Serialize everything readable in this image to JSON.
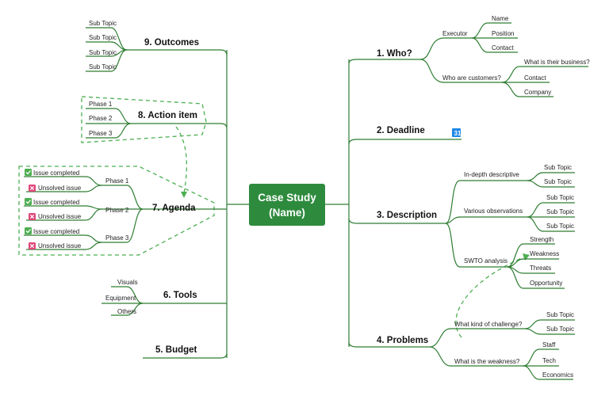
{
  "central": {
    "line1": "Case Study",
    "line2": "(Name)"
  },
  "branches": {
    "who": {
      "title": "1.  Who?",
      "executor": {
        "label": "Executor",
        "items": [
          "Name",
          "Position",
          "Contact"
        ]
      },
      "customers": {
        "label": "Who are customers?",
        "items": [
          "What is their business?",
          "Contact",
          "Company"
        ]
      }
    },
    "deadline": {
      "title": "2. Deadline"
    },
    "description": {
      "title": "3. Description",
      "groups": [
        {
          "label": "In-depth descriptive",
          "items": [
            "Sub Topic",
            "Sub Topic"
          ]
        },
        {
          "label": "Various observations",
          "items": [
            "Sub Topic",
            "Sub Topic",
            "Sub Topic"
          ]
        },
        {
          "label": "SWTO analysis",
          "items": [
            "Strength",
            "Weakness",
            "Threats",
            "Opportunity"
          ]
        }
      ]
    },
    "problems": {
      "title": "4. Problems",
      "groups": [
        {
          "label": "What kind of challenge?",
          "items": [
            "Sub Topic",
            "Sub Topic"
          ]
        },
        {
          "label": "What is the weakness?",
          "items": [
            "Staff",
            "Tech",
            "Economics"
          ]
        }
      ]
    },
    "budget": {
      "title": "5. Budget"
    },
    "tools": {
      "title": "6. Tools",
      "items": [
        "Visuals",
        "Equipment",
        "Others"
      ]
    },
    "agenda": {
      "title": "7. Agenda",
      "phases": [
        {
          "label": "Phase 1",
          "items": [
            {
              "text": "Issue completed",
              "status": "completed"
            },
            {
              "text": "Unsolved issue",
              "status": "unsolved"
            }
          ]
        },
        {
          "label": "Phase 2",
          "items": [
            {
              "text": "Issue completed",
              "status": "completed"
            },
            {
              "text": "Unsolved issue",
              "status": "unsolved"
            }
          ]
        },
        {
          "label": "Phase 3",
          "items": [
            {
              "text": "Issue completed",
              "status": "completed"
            },
            {
              "text": "Unsolved issue",
              "status": "unsolved"
            }
          ]
        }
      ]
    },
    "action": {
      "title": "8. Action item",
      "items": [
        "Phase 1",
        "Phase 2",
        "Phase 3"
      ]
    },
    "outcomes": {
      "title": "9. Outcomes",
      "items": [
        "Sub Topic",
        "Sub Topic",
        "Sub Topic",
        "Sub Topic"
      ]
    }
  },
  "icons": {
    "deadline_marker": "calendar-icon",
    "completed": "check-icon",
    "unsolved": "cross-icon"
  },
  "colors": {
    "topic_green": "#2e8b3e",
    "line_green": "#2e7d32",
    "completed": "#4caf50",
    "unsolved": "#e0457b"
  }
}
